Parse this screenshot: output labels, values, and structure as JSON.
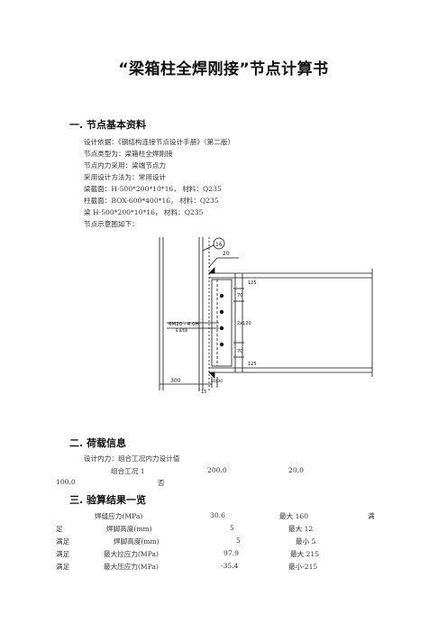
{
  "title": "“梁箱柱全焊刚接”节点计算书",
  "section1": {
    "heading": "一.  节点基本资料",
    "lines": [
      "设计依据：《钢结构连接节点设计手册》（第二版）",
      "节点类型为：梁箱柱全焊刚接",
      "节点内力采用：梁端节点力",
      "采用设计方法为：常用设计",
      "梁截面：H-500*200*10*16， 材料：Q235",
      "柱截面：BOX-600*400*16， 材料：Q235",
      "梁 H-500*200*10*16， 材料：Q235",
      "节点示意图如下："
    ]
  },
  "drawing": {
    "label_bolts": "6M20 - 4.0H",
    "label_sub": "8.8/D0",
    "label_weld_ref": "16",
    "label_flange": "20",
    "dim_70_top": "70",
    "dim_125_top": "125",
    "dim_2x120": "2x120",
    "dim_70_bot": "70",
    "dim_125_bot": "125",
    "dim_300": "300",
    "dim_15": "15",
    "dim_gap": "50|30"
  },
  "section2": {
    "heading": "二.  荷载信息",
    "line1": "设计内力：组合工况内力设计值",
    "row_case": "组合工况 1",
    "row_v1": "200.0",
    "row_v2": "20.0",
    "row_v3": "100.0",
    "row_v4": "否"
  },
  "section3": {
    "heading": "三.  验算结果一览",
    "rows": [
      {
        "pre": "",
        "label": "焊缝应力(MPa)",
        "value": "30.6",
        "limit": "最大 160",
        "result": "满"
      },
      {
        "pre": "足",
        "label": "焊脚高度(mm)",
        "value": "5",
        "limit": "最大 12",
        "result": ""
      },
      {
        "pre": "满足",
        "label": "焊脚高度(mm)",
        "value": "5",
        "limit": "最小 5",
        "result": ""
      },
      {
        "pre": "满足",
        "label": "最大拉应力(MPa)",
        "value": "97.9",
        "limit": "最大 215",
        "result": ""
      },
      {
        "pre": "满足",
        "label": "最大压应力(MPa)",
        "value": "-35.4",
        "limit": "最小-215",
        "result": ""
      }
    ]
  }
}
